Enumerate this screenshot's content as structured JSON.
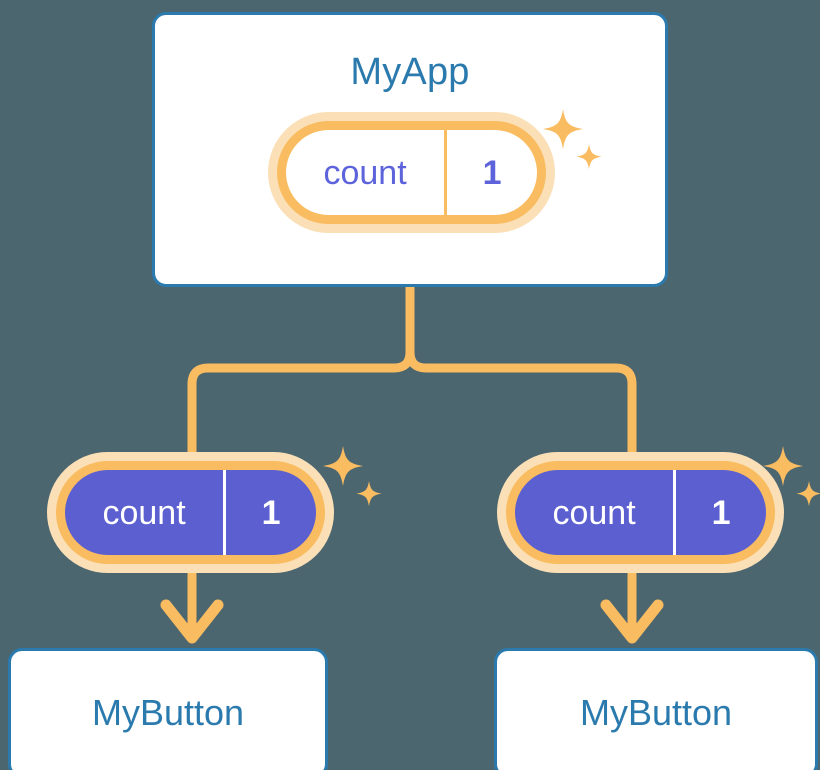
{
  "diagram": {
    "background_color": "#4c6670",
    "accent_orange": "#f9bc60",
    "accent_orange_soft": "#fbe0b7",
    "accent_blue": "#2b7aae",
    "accent_purple": "#5b5fd0",
    "accent_indigo_text": "#5c63db"
  },
  "root": {
    "title": "MyApp",
    "state": {
      "key": "count",
      "value": "1"
    },
    "sparkle_icon": "sparkle-icon"
  },
  "leaves": [
    {
      "id": "left",
      "state": {
        "key": "count",
        "value": "1"
      },
      "label": "MyButton",
      "sparkle_icon": "sparkle-icon"
    },
    {
      "id": "right",
      "state": {
        "key": "count",
        "value": "1"
      },
      "label": "MyButton",
      "sparkle_icon": "sparkle-icon"
    }
  ]
}
